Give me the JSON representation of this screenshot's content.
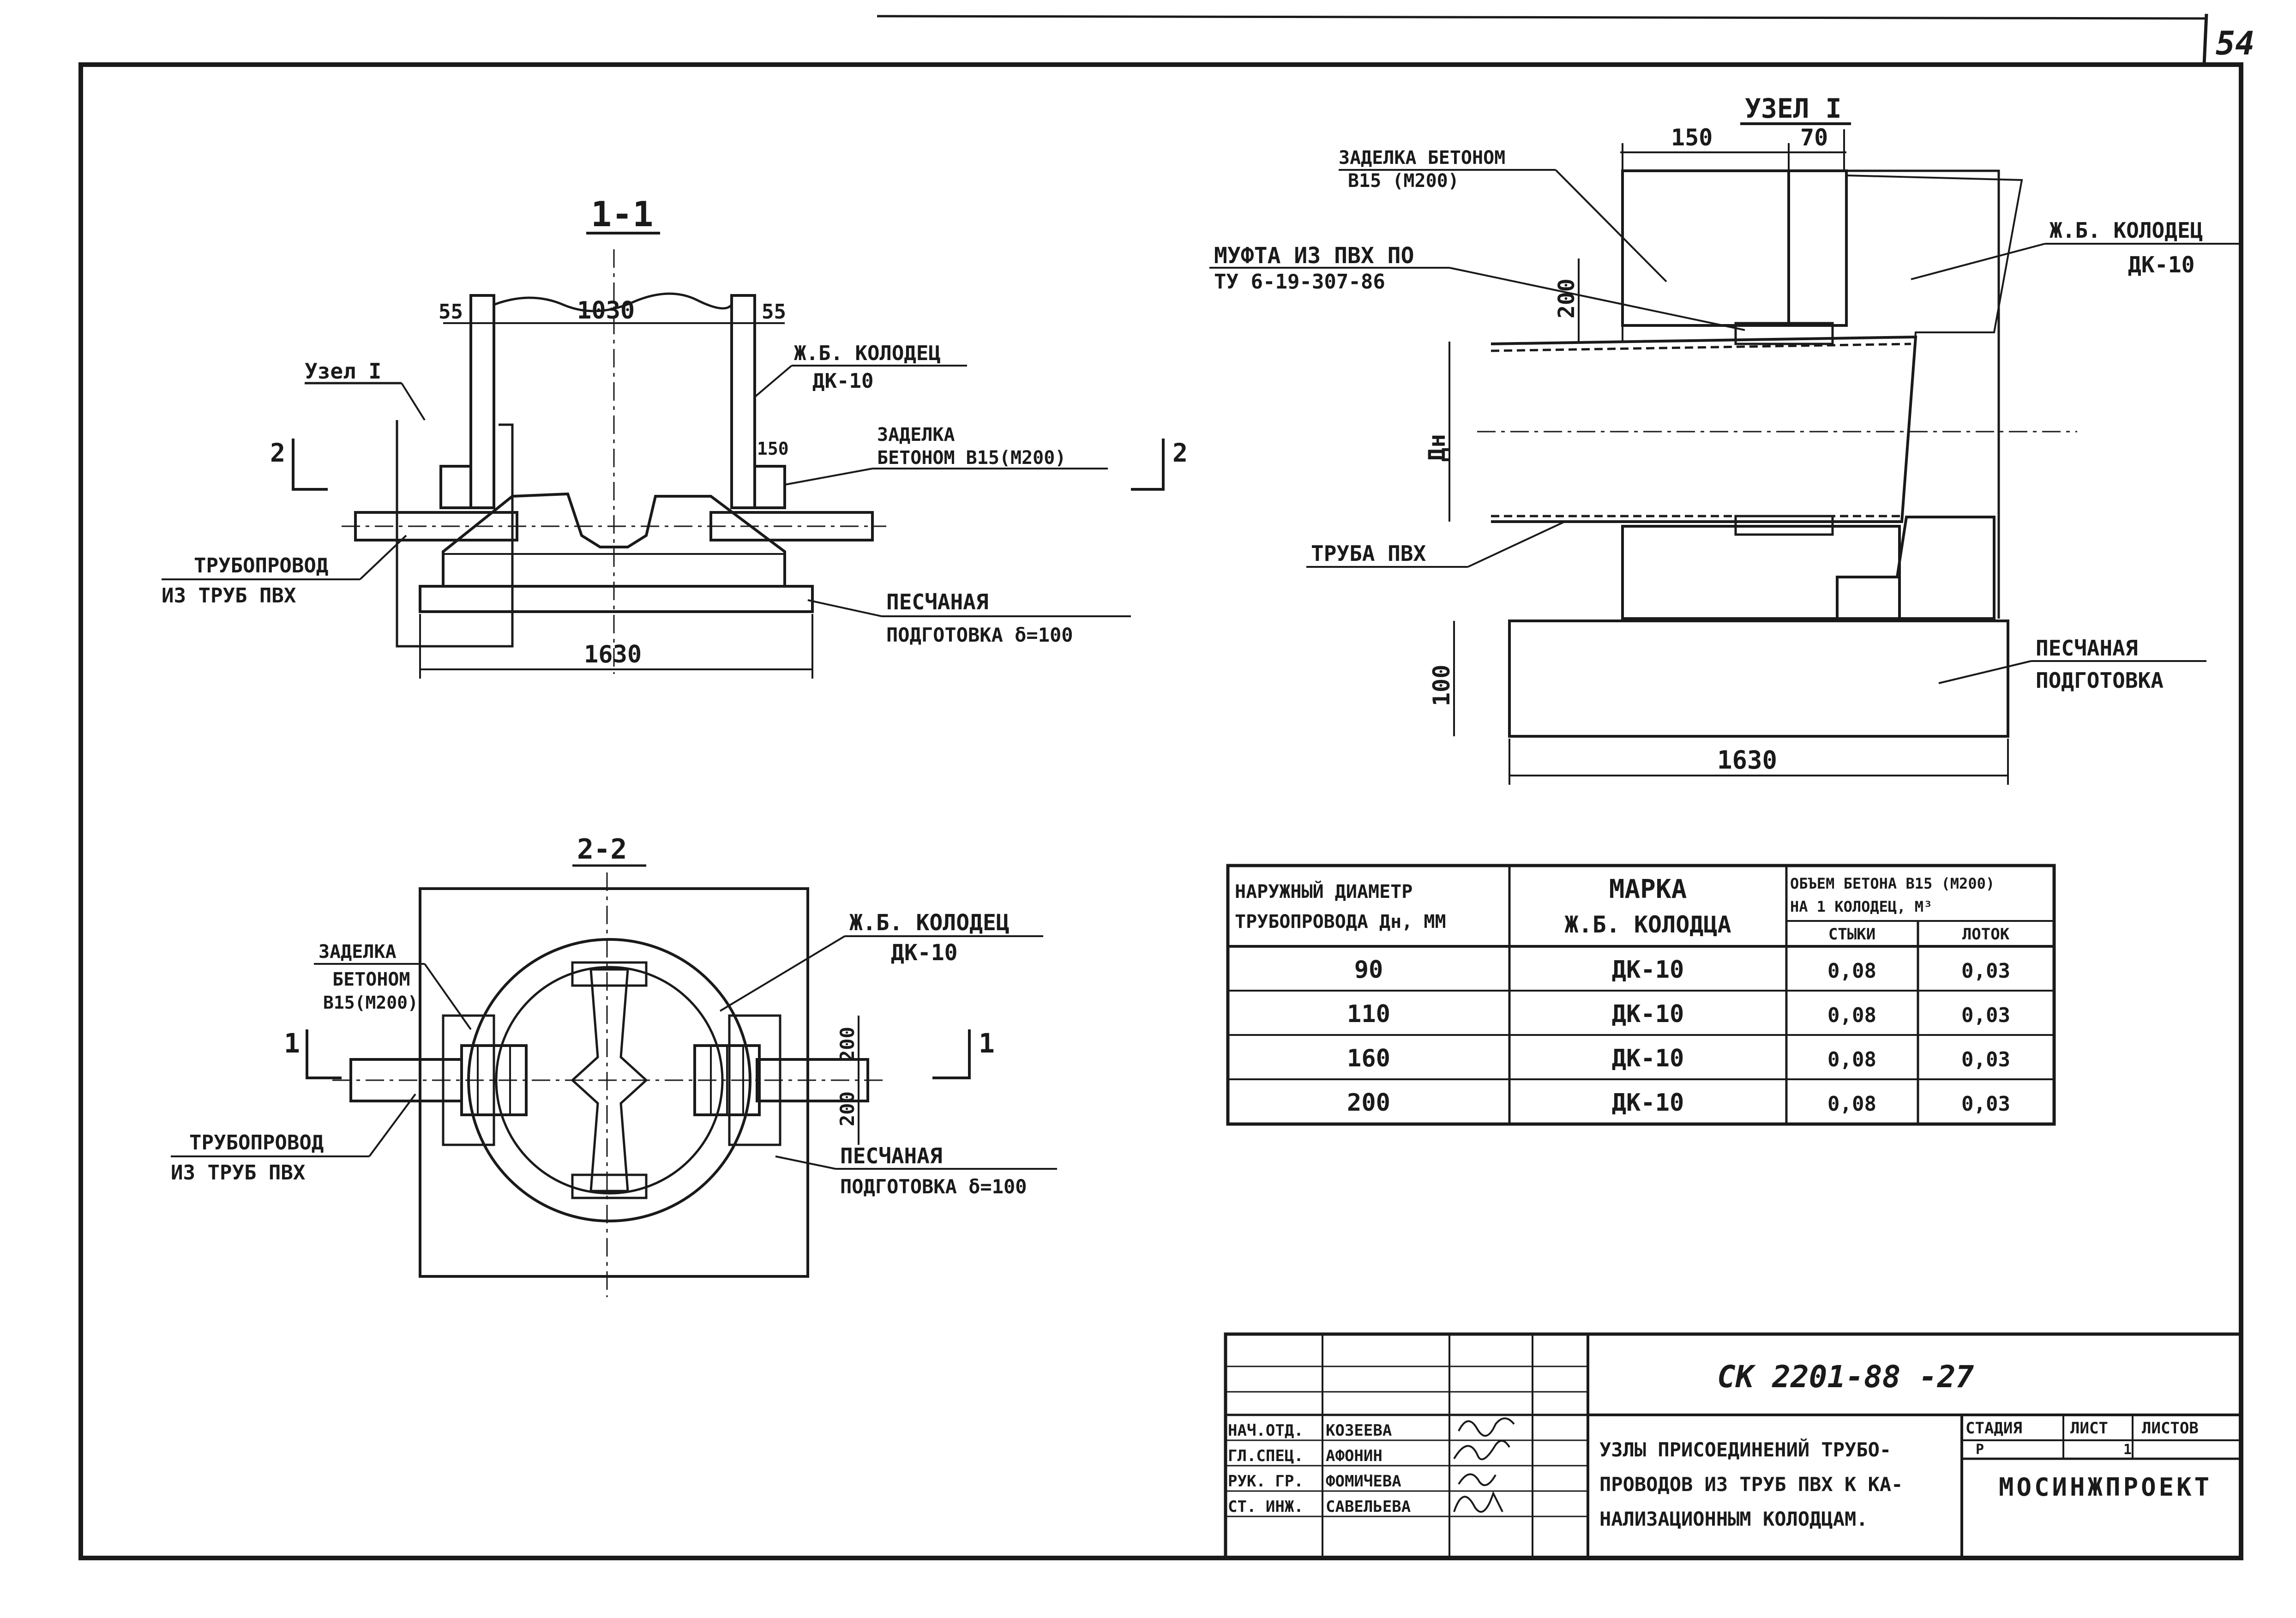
{
  "sheet_number": "54",
  "section_1": {
    "title": "1-1",
    "dim_wall_left": "55",
    "dim_inner": "1030",
    "dim_wall_right": "55",
    "dim_150": "150",
    "dim_base": "1630",
    "node_ref": "Узел I",
    "cut_mark_left": "2",
    "cut_mark_right": "2",
    "well_label": [
      "Ж.Б. КОЛОДЕЦ",
      "ДК-10"
    ],
    "concrete_label": [
      "ЗАДЕЛКА",
      "БЕТОНОМ В15(М200)"
    ],
    "pipeline_label": [
      "ТРУБОПРОВОД",
      "ИЗ ТРУБ ПВХ"
    ],
    "sand_label": [
      "ПЕСЧАНАЯ",
      "ПОДГОТОВКА δ=100"
    ]
  },
  "node_detail": {
    "title": "УЗЕЛ I",
    "dim_150": "150",
    "dim_70": "70",
    "dim_200": "200",
    "dim_dn": "Дн",
    "dim_100": "100",
    "dim_base": "1630",
    "concrete_label": [
      "ЗАДЕЛКА БЕТОНОМ",
      "В15 (М200)"
    ],
    "coupling_label": [
      "МУФТА ИЗ ПВХ ПО",
      "ТУ 6-19-307-86"
    ],
    "well_label": [
      "Ж.Б. КОЛОДЕЦ",
      "ДК-10"
    ],
    "pipe_label": "ТРУБА ПВХ",
    "sand_label": [
      "ПЕСЧАНАЯ",
      "ПОДГОТОВКА"
    ]
  },
  "section_2": {
    "title": "2-2",
    "dim_200_upper": "200",
    "dim_200_lower": "200",
    "cut_mark_left": "1",
    "cut_mark_right": "1",
    "concrete_label": [
      "ЗАДЕЛКА",
      "БЕТОНОМ",
      "В15(М200)"
    ],
    "well_label": [
      "Ж.Б. КОЛОДЕЦ",
      "ДК-10"
    ],
    "pipeline_label": [
      "ТРУБОПРОВОД",
      "ИЗ ТРУБ ПВХ"
    ],
    "sand_label": [
      "ПЕСЧАНАЯ",
      "ПОДГОТОВКА δ=100"
    ]
  },
  "spec_table": {
    "headers": {
      "diameter": [
        "НАРУЖНЫЙ ДИАМЕТР",
        "ТРУБОПРОВОДА Дн, ММ"
      ],
      "mark": [
        "МАРКА",
        "Ж.Б. КОЛОДЦА"
      ],
      "volume": [
        "ОБЪЕМ БЕТОНА В15 (М200)",
        "НА 1 КОЛОДЕЦ, М³"
      ],
      "joints": "СТЫКИ",
      "tray": "ЛОТОК"
    },
    "rows": [
      {
        "dn": "90",
        "mark": "ДК-10",
        "joints": "0,08",
        "tray": "0,03"
      },
      {
        "dn": "110",
        "mark": "ДК-10",
        "joints": "0,08",
        "tray": "0,03"
      },
      {
        "dn": "160",
        "mark": "ДК-10",
        "joints": "0,08",
        "tray": "0,03"
      },
      {
        "dn": "200",
        "mark": "ДК-10",
        "joints": "0,08",
        "tray": "0,03"
      }
    ]
  },
  "title_block": {
    "doc_code": "СК 2201-88 -27",
    "title_lines": [
      "УЗЛЫ ПРИСОЕДИНЕНИЙ ТРУБО-",
      "ПРОВОДОВ ИЗ ТРУБ ПВХ К КА-",
      "НАЛИЗАЦИОННЫМ КОЛОДЦАМ."
    ],
    "org": "МОСИНЖПРОЕКТ",
    "stage_label": "СТАДИЯ",
    "sheet_label": "ЛИСТ",
    "sheets_label": "ЛИСТОВ",
    "stage_value": "Р",
    "sheet_value": "1",
    "staff": [
      {
        "role": "НАЧ.ОТД.",
        "name": "КОЗЕЕВА"
      },
      {
        "role": "ГЛ.СПЕЦ.",
        "name": "АФОНИН"
      },
      {
        "role": "РУК. ГР.",
        "name": "ФОМИЧЕВА"
      },
      {
        "role": "СТ. ИНЖ.",
        "name": "САВЕЛЬЕВА"
      }
    ]
  }
}
